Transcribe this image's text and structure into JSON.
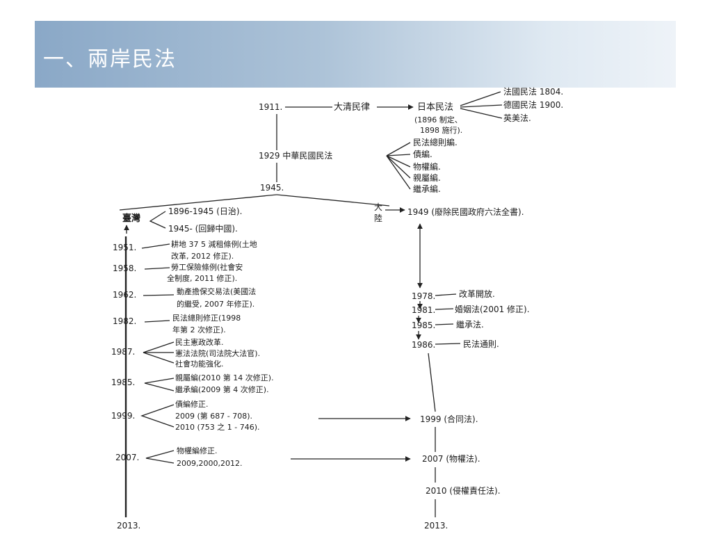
{
  "header": {
    "title": "一、兩岸民法"
  },
  "trunk": {
    "y1911": "1911.",
    "qing": "大清民律",
    "japan": "日本民法",
    "japan_note1": "(1896 制定、",
    "japan_note2": "1898 施行).",
    "france": "法國民法 1804.",
    "germany": "德國民法 1900.",
    "anglo": "英美法.",
    "roc": "1929 中華民國民法",
    "books": [
      "民法總則編.",
      "債編.",
      "物權編.",
      "親屬編.",
      "繼承編."
    ],
    "y1945": "1945."
  },
  "taiwan": {
    "label": "臺灣",
    "branch1": "1896-1945 (日治).",
    "branch2": "1945- (回歸中國).",
    "events": [
      {
        "year": "1951.",
        "lines": [
          "耕地 37 5 減租條例(土地",
          "改革, 2012 修正)."
        ]
      },
      {
        "year": "1958.",
        "lines": [
          "勞工保險條例(社會安",
          "全制度, 2011 修正)."
        ]
      },
      {
        "year": "1962.",
        "lines": [
          "動產擔保交易法(美國法",
          "的繼受, 2007 年修正)."
        ]
      },
      {
        "year": "1982.",
        "lines": [
          "民法總則修正(1998",
          "年第 2 次修正)."
        ]
      },
      {
        "year": "1987.",
        "lines": [
          "民主憲政改革.",
          "憲法法院(司法院大法官).",
          "社會功能強化."
        ]
      },
      {
        "year": "1985.",
        "lines": [
          "親屬編(2010 第 14 次修正).",
          "繼承編(2009 第 4 次修正)."
        ]
      },
      {
        "year": "1999.",
        "lines": [
          "債編修正.",
          "2009 (第 687 - 708).",
          "2010 (753 之 1 - 746)."
        ]
      },
      {
        "year": "2007.",
        "lines": [
          "物權編修正.",
          "2009,2000,2012."
        ]
      }
    ],
    "end": "2013."
  },
  "mainland": {
    "label": "大陸",
    "y1949": "1949 (廢除民國政府六法全書).",
    "events": [
      {
        "year": "1978.",
        "text": "改革開放."
      },
      {
        "year": "1981.",
        "text": "婚姻法(2001 修正)."
      },
      {
        "year": "1985.",
        "text": "繼承法."
      },
      {
        "year": "1986.",
        "text": "民法通則."
      }
    ],
    "y1999": "1999 (合同法).",
    "y2007": "2007 (物權法).",
    "y2010": "2010 (侵權責任法).",
    "end": "2013."
  }
}
